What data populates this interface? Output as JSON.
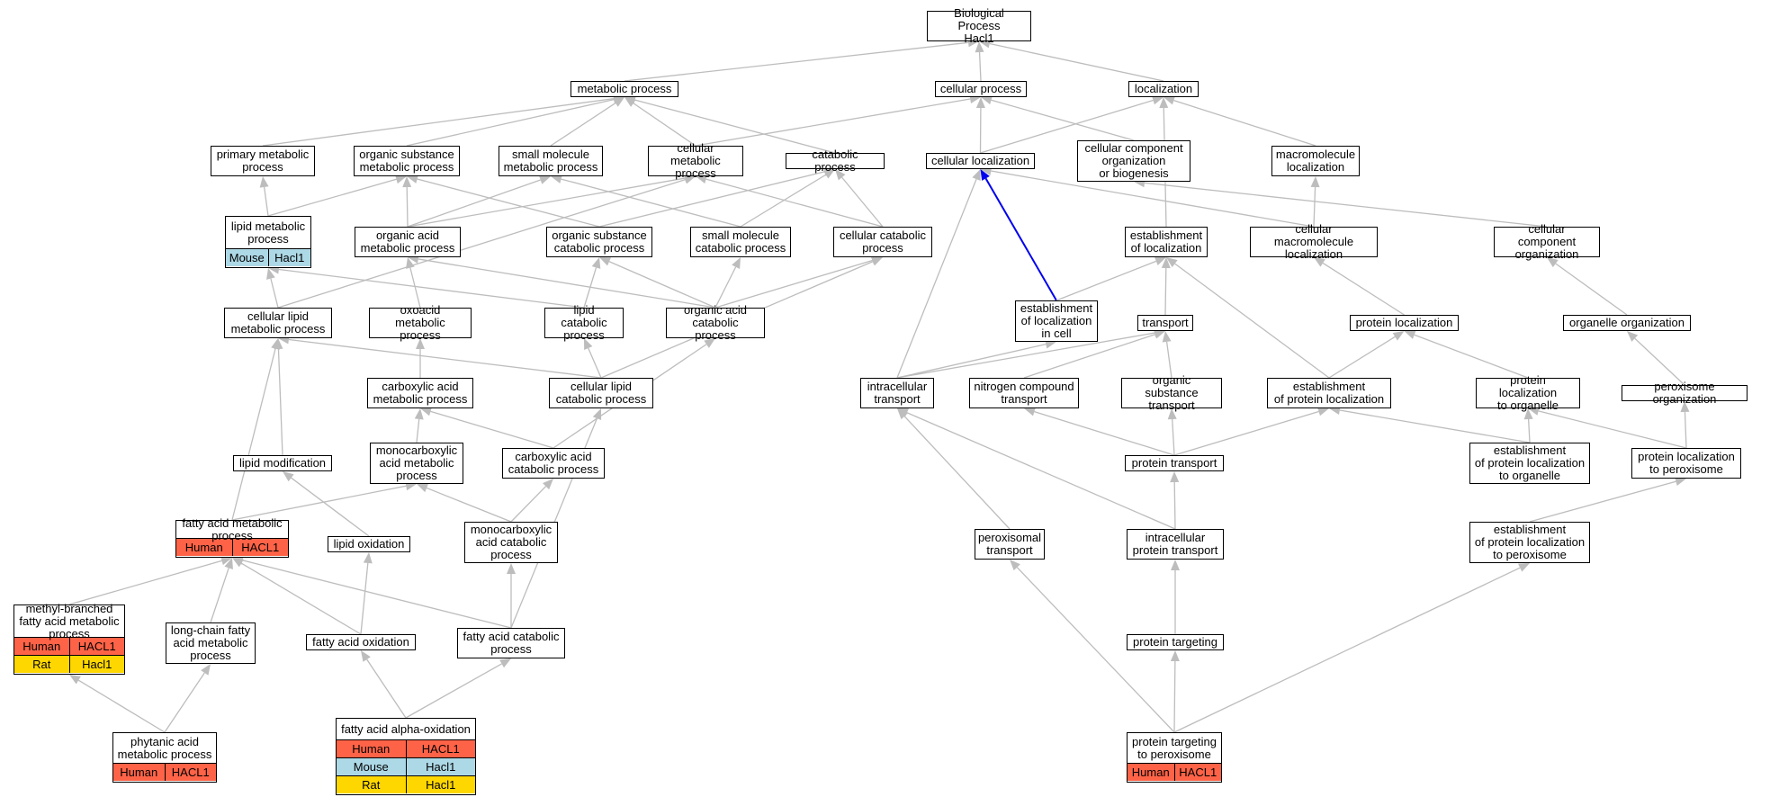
{
  "colors": {
    "edge": "#bdbdbd",
    "highlight_edge": "#0000ee",
    "Human": "#ff6347",
    "Mouse": "#add8e6",
    "Rat": "#ffd700"
  },
  "nodes": [
    {
      "id": "bp",
      "label": "Biological Process\nHacl1"
    },
    {
      "id": "metabolic",
      "label": "metabolic process"
    },
    {
      "id": "cellular",
      "label": "cellular process"
    },
    {
      "id": "localization",
      "label": "localization"
    },
    {
      "id": "primary_met",
      "label": "primary metabolic\nprocess"
    },
    {
      "id": "org_sub_met",
      "label": "organic substance\nmetabolic process"
    },
    {
      "id": "small_mol_met",
      "label": "small molecule\nmetabolic process"
    },
    {
      "id": "cell_met",
      "label": "cellular metabolic\nprocess"
    },
    {
      "id": "catabolic",
      "label": "catabolic process"
    },
    {
      "id": "cell_loc",
      "label": "cellular localization"
    },
    {
      "id": "cc_org_bio",
      "label": "cellular component\norganization\nor biogenesis"
    },
    {
      "id": "macro_loc",
      "label": "macromolecule\nlocalization"
    },
    {
      "id": "lipid_met",
      "label": "lipid metabolic\nprocess",
      "ann": [
        [
          "Mouse",
          "Hacl1"
        ]
      ]
    },
    {
      "id": "org_acid_met",
      "label": "organic acid\nmetabolic process"
    },
    {
      "id": "org_sub_cat",
      "label": "organic substance\ncatabolic process"
    },
    {
      "id": "small_mol_cat",
      "label": "small molecule\ncatabolic process"
    },
    {
      "id": "cell_cat",
      "label": "cellular catabolic\nprocess"
    },
    {
      "id": "est_loc",
      "label": "establishment\nof localization"
    },
    {
      "id": "cell_macro_loc",
      "label": "cellular macromolecule\nlocalization"
    },
    {
      "id": "cc_org",
      "label": "cellular component\norganization"
    },
    {
      "id": "cell_lipid_met",
      "label": "cellular lipid\nmetabolic process"
    },
    {
      "id": "oxoacid_met",
      "label": "oxoacid metabolic\nprocess"
    },
    {
      "id": "lipid_cat",
      "label": "lipid catabolic\nprocess"
    },
    {
      "id": "org_acid_cat",
      "label": "organic acid\ncatabolic process"
    },
    {
      "id": "est_loc_cell",
      "label": "establishment\nof localization\nin cell"
    },
    {
      "id": "transport",
      "label": "transport"
    },
    {
      "id": "prot_loc",
      "label": "protein localization"
    },
    {
      "id": "organelle_org",
      "label": "organelle organization"
    },
    {
      "id": "carbox_met",
      "label": "carboxylic acid\nmetabolic process"
    },
    {
      "id": "cell_lipid_cat",
      "label": "cellular lipid\ncatabolic process"
    },
    {
      "id": "intra_transport",
      "label": "intracellular\ntransport"
    },
    {
      "id": "nitrogen_transport",
      "label": "nitrogen compound\ntransport"
    },
    {
      "id": "org_sub_transport",
      "label": "organic substance\ntransport"
    },
    {
      "id": "est_prot_loc",
      "label": "establishment\nof protein localization"
    },
    {
      "id": "prot_loc_organelle",
      "label": "protein localization\nto organelle"
    },
    {
      "id": "perox_org",
      "label": "peroxisome organization"
    },
    {
      "id": "lipid_mod",
      "label": "lipid modification"
    },
    {
      "id": "monocarb_met",
      "label": "monocarboxylic\nacid metabolic\nprocess"
    },
    {
      "id": "carbox_cat",
      "label": "carboxylic acid\ncatabolic process"
    },
    {
      "id": "prot_transport",
      "label": "protein transport"
    },
    {
      "id": "est_prot_loc_org",
      "label": "establishment\nof protein localization\nto organelle"
    },
    {
      "id": "prot_loc_perox",
      "label": "protein localization\nto peroxisome"
    },
    {
      "id": "fa_met",
      "label": "fatty acid metabolic\nprocess",
      "ann": [
        [
          "Human",
          "HACL1"
        ]
      ]
    },
    {
      "id": "lipid_ox",
      "label": "lipid oxidation"
    },
    {
      "id": "monocarb_cat",
      "label": "monocarboxylic\nacid catabolic\nprocess"
    },
    {
      "id": "perox_transport",
      "label": "peroxisomal\ntransport"
    },
    {
      "id": "intra_prot_transport",
      "label": "intracellular\nprotein transport"
    },
    {
      "id": "est_prot_loc_perox",
      "label": "establishment\nof protein localization\nto peroxisome"
    },
    {
      "id": "methyl_fa",
      "label": "methyl-branched\nfatty acid metabolic\nprocess",
      "ann": [
        [
          "Human",
          "HACL1"
        ],
        [
          "Rat",
          "Hacl1"
        ]
      ]
    },
    {
      "id": "long_chain",
      "label": "long-chain fatty\nacid metabolic\nprocess"
    },
    {
      "id": "fa_ox",
      "label": "fatty acid oxidation"
    },
    {
      "id": "fa_cat",
      "label": "fatty acid catabolic\nprocess"
    },
    {
      "id": "prot_target",
      "label": "protein targeting"
    },
    {
      "id": "phytanic",
      "label": "phytanic acid\nmetabolic process",
      "ann": [
        [
          "Human",
          "HACL1"
        ]
      ]
    },
    {
      "id": "fa_alpha",
      "label": "fatty acid alpha-oxidation",
      "ann": [
        [
          "Human",
          "HACL1"
        ],
        [
          "Mouse",
          "Hacl1"
        ],
        [
          "Rat",
          "Hacl1"
        ]
      ]
    },
    {
      "id": "prot_target_perox",
      "label": "protein targeting\nto peroxisome",
      "ann": [
        [
          "Human",
          "HACL1"
        ]
      ]
    }
  ],
  "edges": [
    [
      "metabolic",
      "bp"
    ],
    [
      "cellular",
      "bp"
    ],
    [
      "localization",
      "bp"
    ],
    [
      "primary_met",
      "metabolic"
    ],
    [
      "org_sub_met",
      "metabolic"
    ],
    [
      "small_mol_met",
      "metabolic"
    ],
    [
      "cell_met",
      "metabolic"
    ],
    [
      "catabolic",
      "metabolic"
    ],
    [
      "cell_met",
      "cellular"
    ],
    [
      "cell_loc",
      "cellular"
    ],
    [
      "cc_org_bio",
      "cellular"
    ],
    [
      "cell_loc",
      "localization"
    ],
    [
      "macro_loc",
      "localization"
    ],
    [
      "est_loc",
      "localization"
    ],
    [
      "lipid_met",
      "primary_met"
    ],
    [
      "lipid_met",
      "org_sub_met"
    ],
    [
      "org_acid_met",
      "org_sub_met"
    ],
    [
      "org_acid_met",
      "small_mol_met"
    ],
    [
      "org_acid_met",
      "cell_met"
    ],
    [
      "org_sub_cat",
      "org_sub_met"
    ],
    [
      "org_sub_cat",
      "catabolic"
    ],
    [
      "small_mol_cat",
      "small_mol_met"
    ],
    [
      "small_mol_cat",
      "catabolic"
    ],
    [
      "cell_cat",
      "cell_met"
    ],
    [
      "cell_cat",
      "catabolic"
    ],
    [
      "cell_macro_loc",
      "cell_loc"
    ],
    [
      "cell_macro_loc",
      "macro_loc"
    ],
    [
      "cc_org",
      "cc_org_bio"
    ],
    [
      "cell_lipid_met",
      "lipid_met"
    ],
    [
      "cell_lipid_met",
      "cell_met"
    ],
    [
      "oxoacid_met",
      "org_acid_met"
    ],
    [
      "lipid_cat",
      "lipid_met"
    ],
    [
      "lipid_cat",
      "org_sub_cat"
    ],
    [
      "org_acid_cat",
      "org_acid_met"
    ],
    [
      "org_acid_cat",
      "org_sub_cat"
    ],
    [
      "org_acid_cat",
      "small_mol_cat"
    ],
    [
      "org_acid_cat",
      "cell_cat"
    ],
    [
      "est_loc_cell",
      "cell_loc"
    ],
    [
      "est_loc_cell",
      "est_loc"
    ],
    [
      "transport",
      "est_loc"
    ],
    [
      "prot_loc",
      "cell_macro_loc"
    ],
    [
      "organelle_org",
      "cc_org"
    ],
    [
      "carbox_met",
      "oxoacid_met"
    ],
    [
      "cell_lipid_cat",
      "cell_lipid_met"
    ],
    [
      "cell_lipid_cat",
      "lipid_cat"
    ],
    [
      "cell_lipid_cat",
      "cell_cat"
    ],
    [
      "intra_transport",
      "cell_loc"
    ],
    [
      "intra_transport",
      "est_loc_cell"
    ],
    [
      "intra_transport",
      "transport"
    ],
    [
      "nitrogen_transport",
      "transport"
    ],
    [
      "org_sub_transport",
      "transport"
    ],
    [
      "est_prot_loc",
      "est_loc"
    ],
    [
      "est_prot_loc",
      "prot_loc"
    ],
    [
      "prot_loc_organelle",
      "prot_loc"
    ],
    [
      "perox_org",
      "organelle_org"
    ],
    [
      "lipid_mod",
      "cell_lipid_met"
    ],
    [
      "monocarb_met",
      "carbox_met"
    ],
    [
      "carbox_cat",
      "carbox_met"
    ],
    [
      "carbox_cat",
      "org_acid_cat"
    ],
    [
      "prot_transport",
      "nitrogen_transport"
    ],
    [
      "prot_transport",
      "org_sub_transport"
    ],
    [
      "prot_transport",
      "est_prot_loc"
    ],
    [
      "est_prot_loc_org",
      "est_prot_loc"
    ],
    [
      "est_prot_loc_org",
      "prot_loc_organelle"
    ],
    [
      "prot_loc_perox",
      "prot_loc_organelle"
    ],
    [
      "prot_loc_perox",
      "perox_org"
    ],
    [
      "fa_met",
      "cell_lipid_met"
    ],
    [
      "fa_met",
      "monocarb_met"
    ],
    [
      "lipid_ox",
      "lipid_mod"
    ],
    [
      "monocarb_cat",
      "monocarb_met"
    ],
    [
      "monocarb_cat",
      "carbox_cat"
    ],
    [
      "perox_transport",
      "intra_transport"
    ],
    [
      "intra_prot_transport",
      "intra_transport"
    ],
    [
      "intra_prot_transport",
      "prot_transport"
    ],
    [
      "est_prot_loc_perox",
      "prot_loc_perox"
    ],
    [
      "methyl_fa",
      "fa_met"
    ],
    [
      "long_chain",
      "fa_met"
    ],
    [
      "fa_ox",
      "lipid_ox"
    ],
    [
      "fa_ox",
      "fa_met"
    ],
    [
      "fa_cat",
      "fa_met"
    ],
    [
      "fa_cat",
      "monocarb_cat"
    ],
    [
      "fa_cat",
      "cell_lipid_cat"
    ],
    [
      "prot_target",
      "intra_prot_transport"
    ],
    [
      "phytanic",
      "methyl_fa"
    ],
    [
      "phytanic",
      "long_chain"
    ],
    [
      "fa_alpha",
      "fa_ox"
    ],
    [
      "fa_alpha",
      "fa_cat"
    ],
    [
      "prot_target_perox",
      "prot_target"
    ],
    [
      "prot_target_perox",
      "perox_transport"
    ],
    [
      "prot_target_perox",
      "est_prot_loc_perox"
    ]
  ],
  "highlight_edges": [
    [
      "est_loc_cell",
      "cell_loc"
    ],
    [
      "intra_prot_transport",
      "prot_loc"
    ]
  ]
}
